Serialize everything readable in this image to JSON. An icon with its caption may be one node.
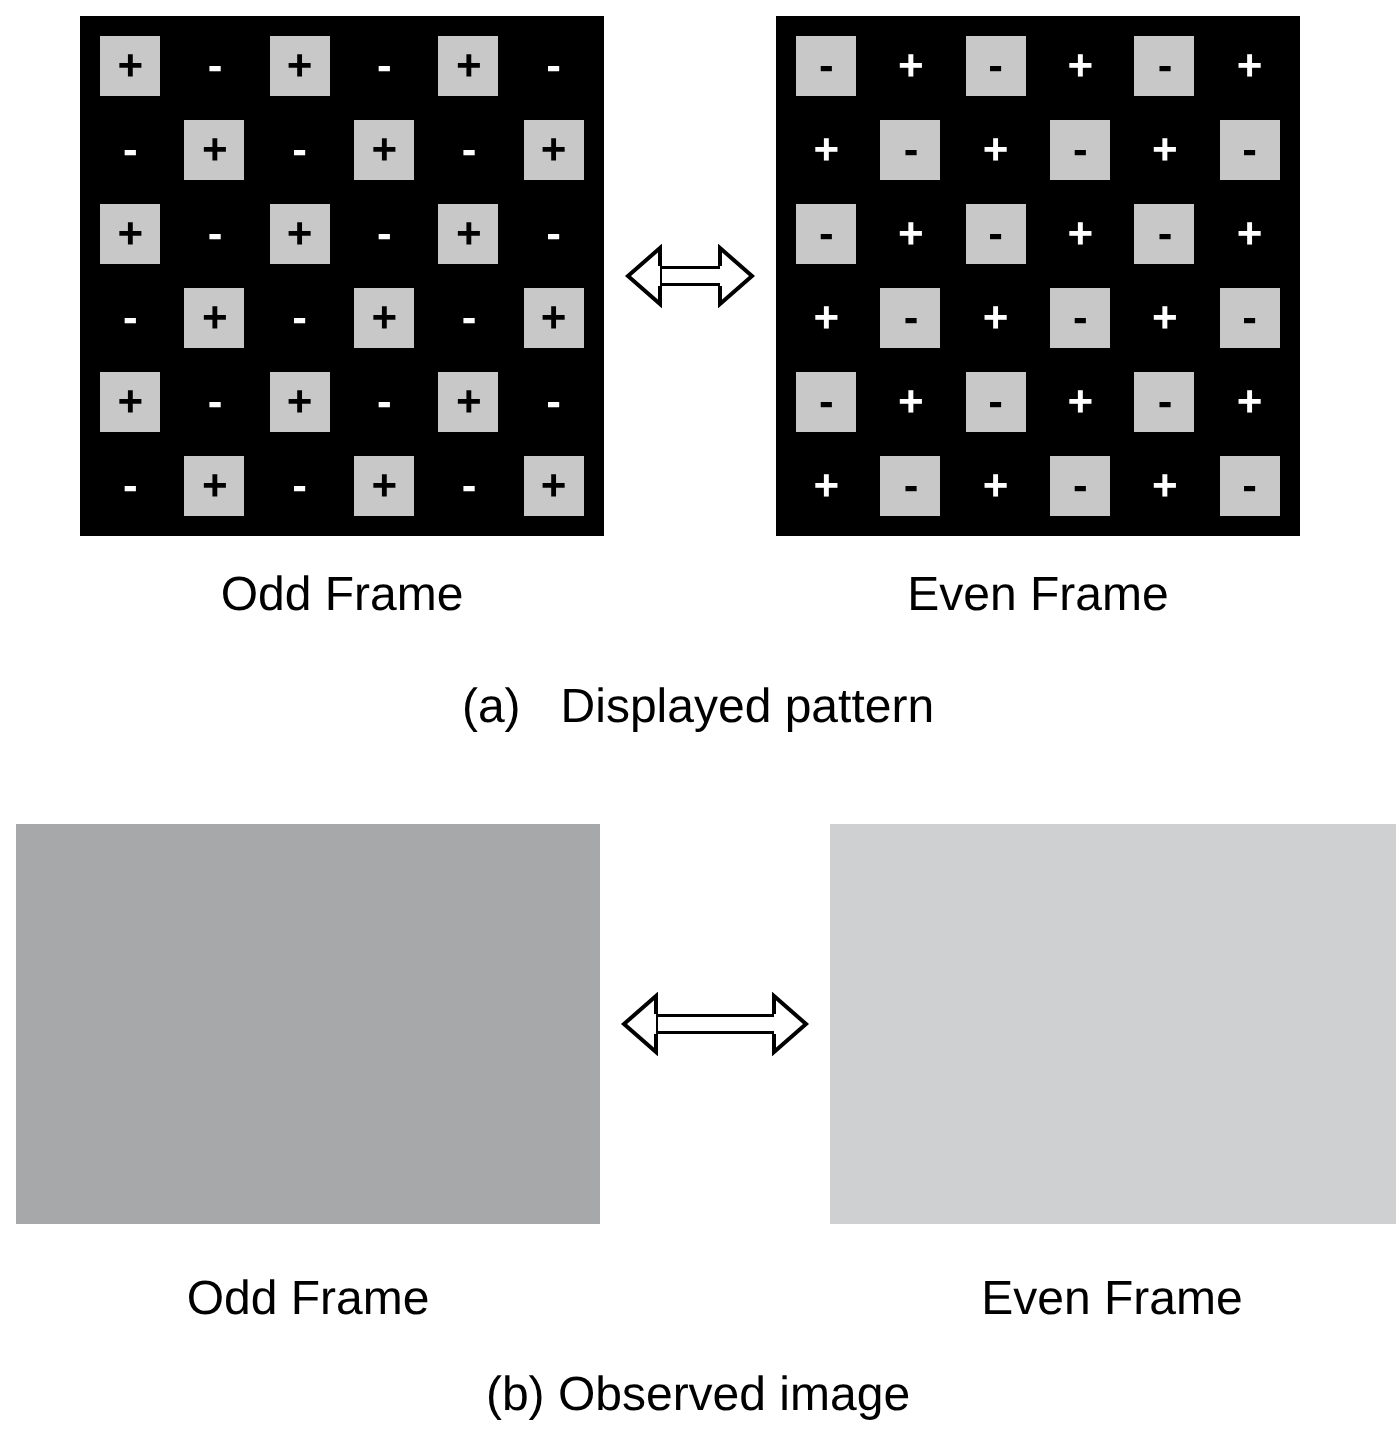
{
  "diagram": {
    "nodes": [
      {
        "text": [
          "+",
          "-",
          "+",
          "-",
          "+",
          "-",
          "-",
          "+",
          "-",
          "+",
          "-",
          "+",
          "+",
          "-",
          "+",
          "-",
          "+",
          "-",
          "-",
          "+",
          "-",
          "+",
          "-",
          "+",
          "+",
          "-",
          "+",
          "-",
          "+",
          "-",
          "-",
          "+",
          "-",
          "+",
          "-",
          "+"
        ],
        "beside": [
          "Odd Frame"
        ]
      },
      {
        "text": [
          "-",
          "+",
          "-",
          "+",
          "-",
          "+",
          "+",
          "-",
          "+",
          "-",
          "+",
          "-",
          "-",
          "+",
          "-",
          "+",
          "-",
          "+",
          "+",
          "-",
          "+",
          "-",
          "+",
          "-",
          "-",
          "+",
          "-",
          "+",
          "-",
          "+",
          "+",
          "-",
          "+",
          "-",
          "+",
          "-"
        ],
        "beside": [
          "Even Frame"
        ]
      },
      {
        "text": [],
        "shape": "box",
        "beside": [
          "Odd Frame"
        ]
      },
      {
        "text": [],
        "shape": "box",
        "beside": [
          "Even Frame"
        ]
      }
    ],
    "edges": [
      {
        "from": 0,
        "to": 1,
        "arrow": "both"
      },
      {
        "from": 2,
        "to": 3,
        "arrow": "both"
      }
    ],
    "labels": [
      "(a)   Displayed pattern",
      "(b) Observed image"
    ]
  }
}
